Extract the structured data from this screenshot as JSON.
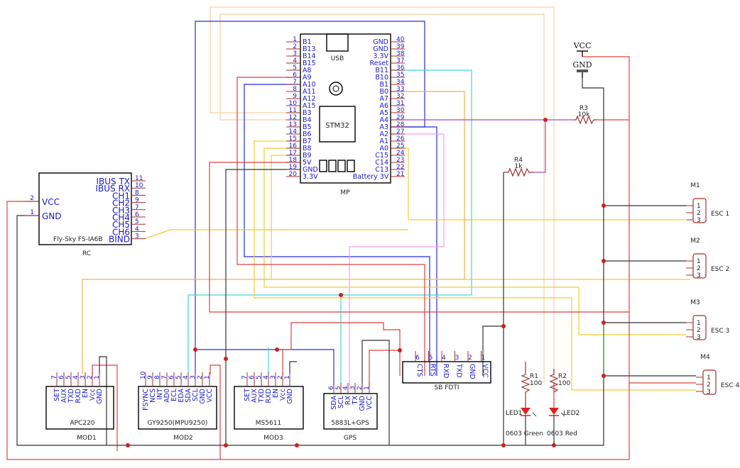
{
  "colors": {
    "blue": "#2b2bd9",
    "red": "#e04040",
    "cyan": "#3fd8d8",
    "yellow": "#f2cc33",
    "orange": "#f2b050",
    "peach": "#f7d0a0",
    "pink": "#f0a0f0",
    "purple": "#aa44cc",
    "green": "#22aa22",
    "black": "#333333",
    "pin": "#a03030",
    "dot": "#cc2020"
  },
  "mp": {
    "title": "STM32",
    "usb": "USB",
    "battery": "Battery 3V",
    "name": "MP",
    "left_pins": [
      {
        "n": "1",
        "l": "B1"
      },
      {
        "n": "2",
        "l": "B13"
      },
      {
        "n": "3",
        "l": "B14"
      },
      {
        "n": "4",
        "l": "B15"
      },
      {
        "n": "5",
        "l": "A8"
      },
      {
        "n": "6",
        "l": "A9"
      },
      {
        "n": "7",
        "l": "A10"
      },
      {
        "n": "8",
        "l": "A11"
      },
      {
        "n": "9",
        "l": "A12"
      },
      {
        "n": "10",
        "l": "A15"
      },
      {
        "n": "11",
        "l": "B3"
      },
      {
        "n": "12",
        "l": "B4"
      },
      {
        "n": "13",
        "l": "B5"
      },
      {
        "n": "14",
        "l": "B6"
      },
      {
        "n": "15",
        "l": "B7"
      },
      {
        "n": "16",
        "l": "B8"
      },
      {
        "n": "17",
        "l": "B9"
      },
      {
        "n": "18",
        "l": "5V"
      },
      {
        "n": "19",
        "l": "GND"
      },
      {
        "n": "20",
        "l": "3.3V"
      }
    ],
    "right_pins": [
      {
        "n": "40",
        "l": "GND"
      },
      {
        "n": "39",
        "l": "GND"
      },
      {
        "n": "38",
        "l": "3.3V"
      },
      {
        "n": "37",
        "l": "Reset"
      },
      {
        "n": "36",
        "l": "B11"
      },
      {
        "n": "35",
        "l": "B10"
      },
      {
        "n": "34",
        "l": "B1"
      },
      {
        "n": "33",
        "l": "B0"
      },
      {
        "n": "32",
        "l": "A7"
      },
      {
        "n": "31",
        "l": "A6"
      },
      {
        "n": "30",
        "l": "A5"
      },
      {
        "n": "29",
        "l": "A4"
      },
      {
        "n": "28",
        "l": "A3"
      },
      {
        "n": "27",
        "l": "A2"
      },
      {
        "n": "26",
        "l": "A1"
      },
      {
        "n": "25",
        "l": "A0"
      },
      {
        "n": "24",
        "l": "C15"
      },
      {
        "n": "23",
        "l": "C14"
      },
      {
        "n": "22",
        "l": "C13"
      },
      {
        "n": "21",
        "l": ""
      }
    ]
  },
  "rc": {
    "model": "Fly-Sky FS-IA6B",
    "name": "RC",
    "left_pins": [
      {
        "n": "2",
        "l": "VCC"
      },
      {
        "n": "1",
        "l": "GND"
      }
    ],
    "right_pins": [
      {
        "n": "11",
        "l": "IBUS TX"
      },
      {
        "n": "10",
        "l": "IBUS RX"
      },
      {
        "n": "8",
        "l": "CH1"
      },
      {
        "n": "9",
        "l": "CH2"
      },
      {
        "n": "7",
        "l": "CH3"
      },
      {
        "n": "6",
        "l": "CH4"
      },
      {
        "n": "5",
        "l": "CH5"
      },
      {
        "n": "4",
        "l": "CH6"
      },
      {
        "n": "3",
        "l": "BIND"
      }
    ]
  },
  "mod1": {
    "title": "APC220",
    "name": "MOD1",
    "pins": [
      {
        "n": "7",
        "l": "SET"
      },
      {
        "n": "6",
        "l": "AUX"
      },
      {
        "n": "5",
        "l": "TXD"
      },
      {
        "n": "4",
        "l": "RXD"
      },
      {
        "n": "3",
        "l": "EN"
      },
      {
        "n": "2",
        "l": "Vcc"
      },
      {
        "n": "1",
        "l": "GND"
      }
    ]
  },
  "mod2": {
    "title": "GY9250(MPU9250)",
    "name": "MOD2",
    "pins": [
      {
        "n": "10",
        "l": "FSYNC"
      },
      {
        "n": "9",
        "l": "NCS"
      },
      {
        "n": "8",
        "l": "INT"
      },
      {
        "n": "7",
        "l": "AD0"
      },
      {
        "n": "6",
        "l": "ECL"
      },
      {
        "n": "5",
        "l": "EDA"
      },
      {
        "n": "4",
        "l": "SDA"
      },
      {
        "n": "3",
        "l": "SCL"
      },
      {
        "n": "2",
        "l": "GND"
      },
      {
        "n": "1",
        "l": "VCC"
      }
    ]
  },
  "mod3": {
    "title": "MS5611",
    "name": "MOD3",
    "pins": [
      {
        "n": "7",
        "l": "SET"
      },
      {
        "n": "6",
        "l": "AUX"
      },
      {
        "n": "5",
        "l": "TXD"
      },
      {
        "n": "4",
        "l": "RXD"
      },
      {
        "n": "3",
        "l": "EN"
      },
      {
        "n": "2",
        "l": "Vcc"
      },
      {
        "n": "1",
        "l": "GND"
      }
    ]
  },
  "gps": {
    "title": "5883L+GPS",
    "name": "GPS",
    "pins": [
      {
        "n": "6",
        "l": "SDA"
      },
      {
        "n": "5",
        "l": "SCL"
      },
      {
        "n": "4",
        "l": "RX"
      },
      {
        "n": "3",
        "l": "TX"
      },
      {
        "n": "2",
        "l": "GND"
      },
      {
        "n": "1",
        "l": "VCC"
      }
    ]
  },
  "fdti": {
    "name": "SB FDTI",
    "pins": [
      {
        "n": "6",
        "l": "CTS"
      },
      {
        "n": "5",
        "l": "RTS"
      },
      {
        "n": "4",
        "l": "RXD"
      },
      {
        "n": "3",
        "l": "TXD"
      },
      {
        "n": "2",
        "l": "GND"
      },
      {
        "n": "1",
        "l": "VCC"
      }
    ]
  },
  "esc": [
    {
      "ref": "M1",
      "label": "ESC 1"
    },
    {
      "ref": "M2",
      "label": "ESC 2"
    },
    {
      "ref": "M3",
      "label": "ESC 3"
    },
    {
      "ref": "M4",
      "label": "ESC 4"
    }
  ],
  "esc_pins": [
    "1",
    "2",
    "3"
  ],
  "power": {
    "vcc": "VCC",
    "gnd": "GND"
  },
  "r3": {
    "ref": "R3",
    "value": "10k"
  },
  "r4": {
    "ref": "R4",
    "value": "1k"
  },
  "r1": {
    "ref": "R1",
    "value": "100"
  },
  "r2": {
    "ref": "R2",
    "value": "100"
  },
  "led1": {
    "ref": "LED1",
    "desc": "0603 Green"
  },
  "led2": {
    "ref": "LED2",
    "desc": "0603 Red"
  }
}
